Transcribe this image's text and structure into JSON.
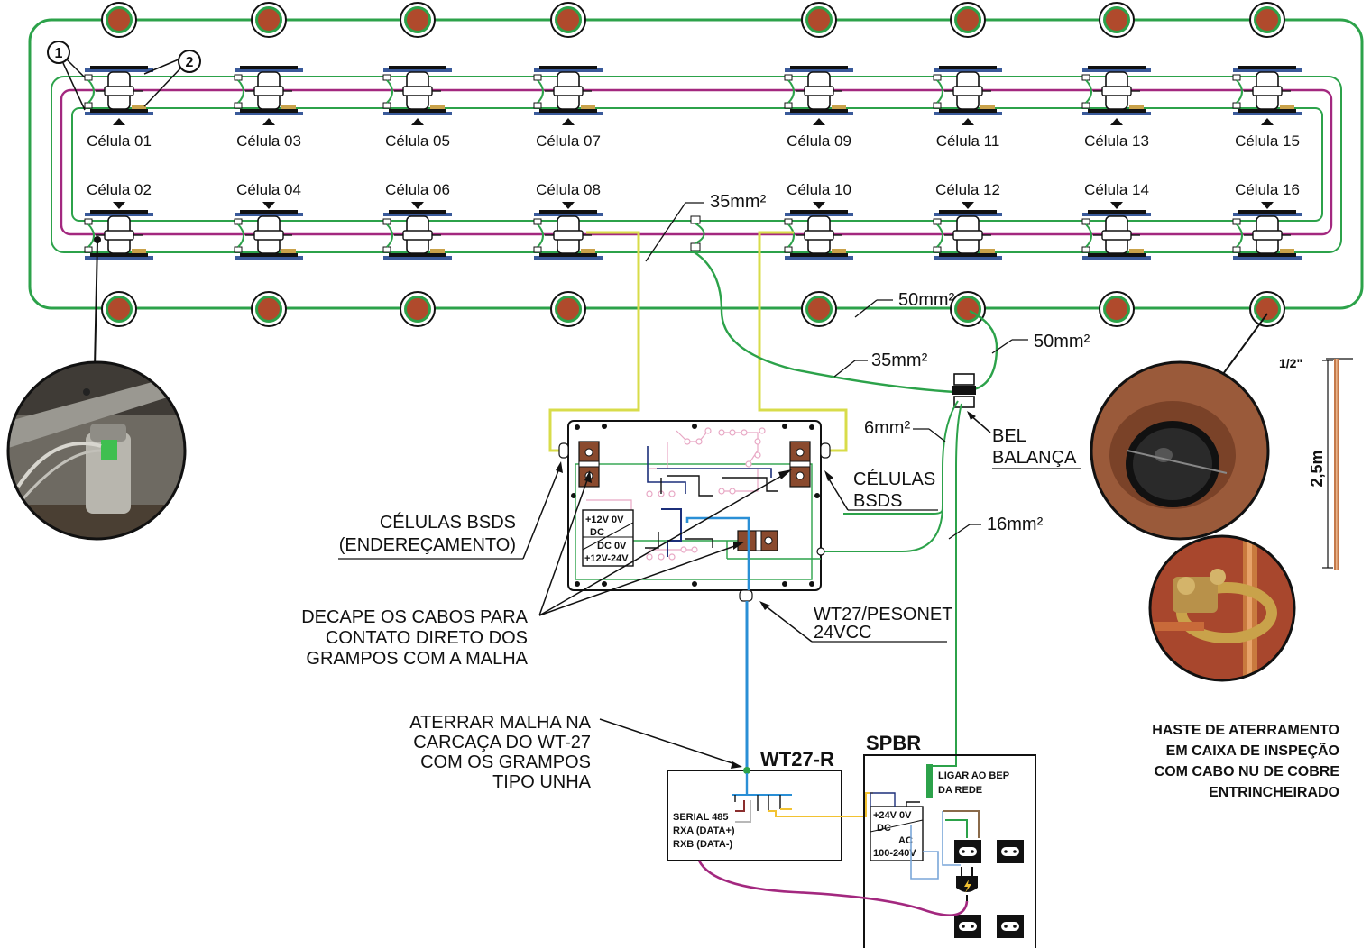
{
  "cells_top": [
    "Célula 01",
    "Célula 03",
    "Célula 05",
    "Célula 07",
    "Célula 09",
    "Célula 11",
    "Célula 13",
    "Célula 15"
  ],
  "cells_bottom": [
    "Célula 02",
    "Célula 04",
    "Célula 06",
    "Célula 08",
    "Célula 10",
    "Célula 12",
    "Célula 14",
    "Célula 16"
  ],
  "markers": [
    "1",
    "2"
  ],
  "cable_labels": {
    "c35a": "35mm²",
    "c35b": "35mm²",
    "c50a": "50mm²",
    "c50b": "50mm²",
    "c6": "6mm²",
    "c16": "16mm²"
  },
  "annotations": {
    "bel_1": "BEL",
    "bel_2": "BALANÇA",
    "celulas_bsds_1": "CÉLULAS",
    "celulas_bsds_2": "BSDS",
    "enderecamento_1": "CÉLULAS BSDS",
    "enderecamento_2": "(ENDEREÇAMENTO)",
    "decape_1": "DECAPE OS CABOS PARA",
    "decape_2": "CONTATO DIRETO DOS",
    "decape_3": "GRAMPOS COM A MALHA",
    "wt27_1": "WT27/PESONET",
    "wt27_2": "24VCC",
    "aterrar_1": "ATERRAR MALHA NA",
    "aterrar_2": "CARCAÇA DO WT-27",
    "aterrar_3": "COM OS GRAMPOS",
    "aterrar_4": "TIPO UNHA",
    "haste_1": "HASTE DE ATERRAMENTO",
    "haste_2": "EM CAIXA DE INSPEÇÃO",
    "haste_3": "COM CABO NU DE COBRE",
    "haste_4": "ENTRINCHEIRADO"
  },
  "board": {
    "psu_1": "+12V   0V",
    "psu_2": "DC",
    "psu_3": "DC  0V",
    "psu_4": "+12V-24V"
  },
  "wt27r": {
    "title": "WT27-R",
    "serial": "SERIAL 485",
    "rxa": "RXA (DATA+)",
    "rxb": "RXB (DATA-)"
  },
  "spbr": {
    "title": "SPBR",
    "ligar_1": "LIGAR AO BEP",
    "ligar_2": "DA REDE",
    "psu_1": "+24V   0V",
    "psu_2": "DC",
    "psu_3": "AC",
    "psu_4": "100-240V"
  },
  "rod": {
    "size": "1/2\"",
    "length": "2,5m"
  },
  "colors": {
    "ground": "#2ca24a",
    "signal": "#a3287f",
    "yellow": "#d8dc4a",
    "blue": "#2a8fd6",
    "rod_brown": "#b04a2c",
    "terminal": "#8a4a2e"
  },
  "icons": [
    "grounding-rod-icon",
    "load-cell-icon",
    "outlet-icon",
    "plug-icon",
    "terminal-block-icon"
  ]
}
